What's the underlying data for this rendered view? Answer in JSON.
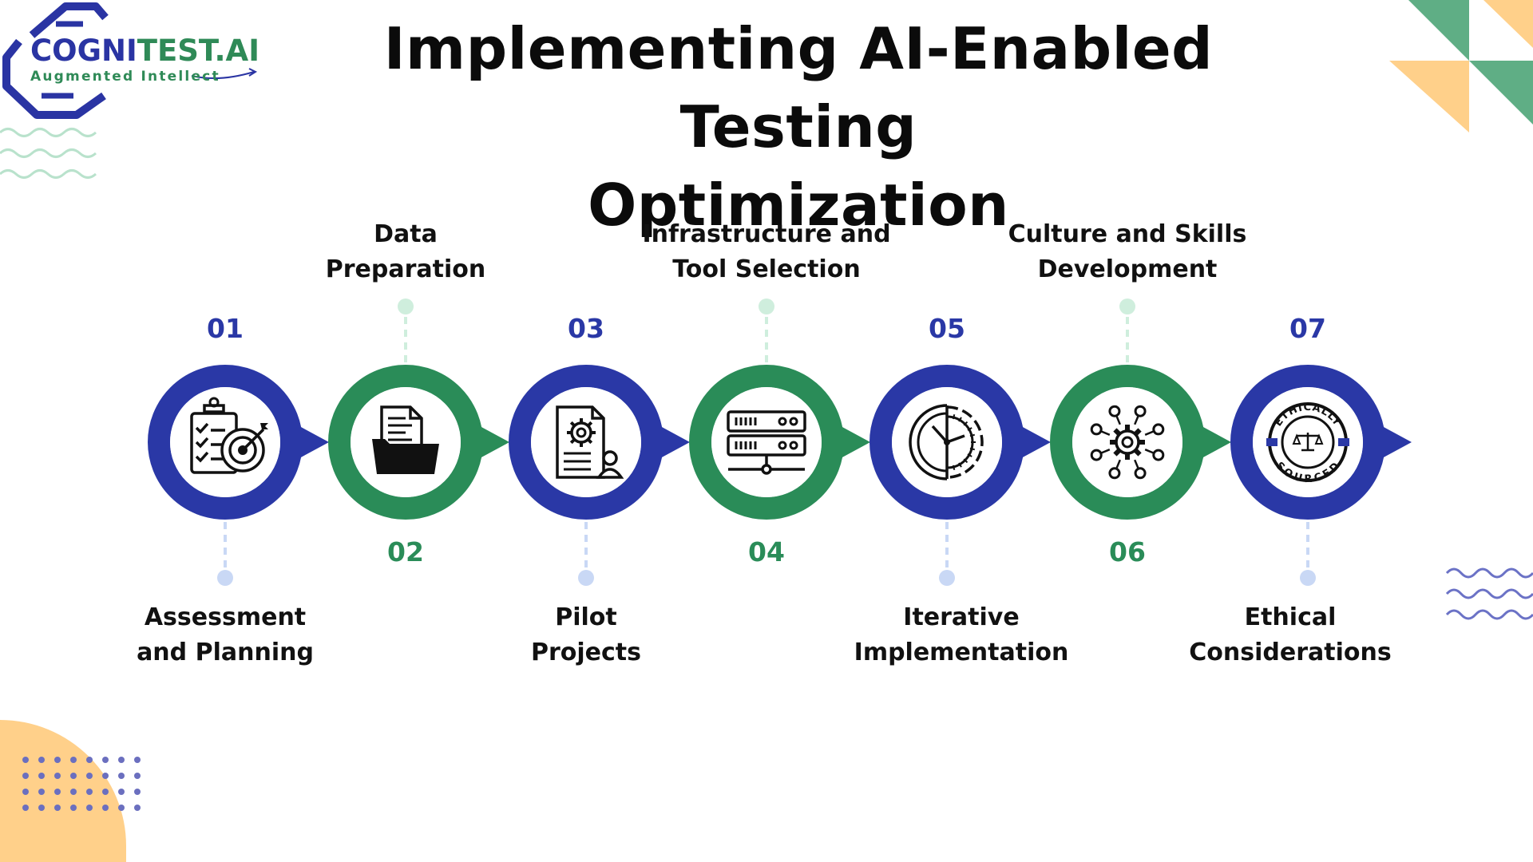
{
  "title": {
    "line1": "Implementing AI-Enabled Testing",
    "line2": "Optimization"
  },
  "logo": {
    "name_part1": "COGNI",
    "name_part2": "TEST.AI",
    "tagline": "Augmented Intellect"
  },
  "colors": {
    "blue": "#2a38a6",
    "green": "#2a8c58",
    "light_green": "#cfeedd",
    "light_blue": "#c9d8f5",
    "orange": "#ffd08a",
    "teal": "#5fae85"
  },
  "steps": [
    {
      "num": "01",
      "label_line1": "Assessment",
      "label_line2": "and Planning",
      "color": "blue",
      "icon": "clipboard-target-icon"
    },
    {
      "num": "02",
      "label_line1": "Data",
      "label_line2": "Preparation",
      "color": "green",
      "icon": "folder-documents-icon"
    },
    {
      "num": "03",
      "label_line1": "Pilot",
      "label_line2": "Projects",
      "color": "blue",
      "icon": "document-gear-user-icon"
    },
    {
      "num": "04",
      "label_line1": "Infrastructure and",
      "label_line2": "Tool Selection",
      "color": "green",
      "icon": "server-rack-icon"
    },
    {
      "num": "05",
      "label_line1": "Iterative",
      "label_line2": "Implementation",
      "color": "blue",
      "icon": "clock-gear-icon"
    },
    {
      "num": "06",
      "label_line1": "Culture and Skills",
      "label_line2": "Development",
      "color": "green",
      "icon": "gear-network-icon"
    },
    {
      "num": "07",
      "label_line1": "Ethical",
      "label_line2": "Considerations",
      "color": "blue",
      "icon": "ethically-sourced-badge-icon"
    }
  ],
  "badge": {
    "top": "ETHICALLY",
    "bottom": "SOURCED"
  }
}
